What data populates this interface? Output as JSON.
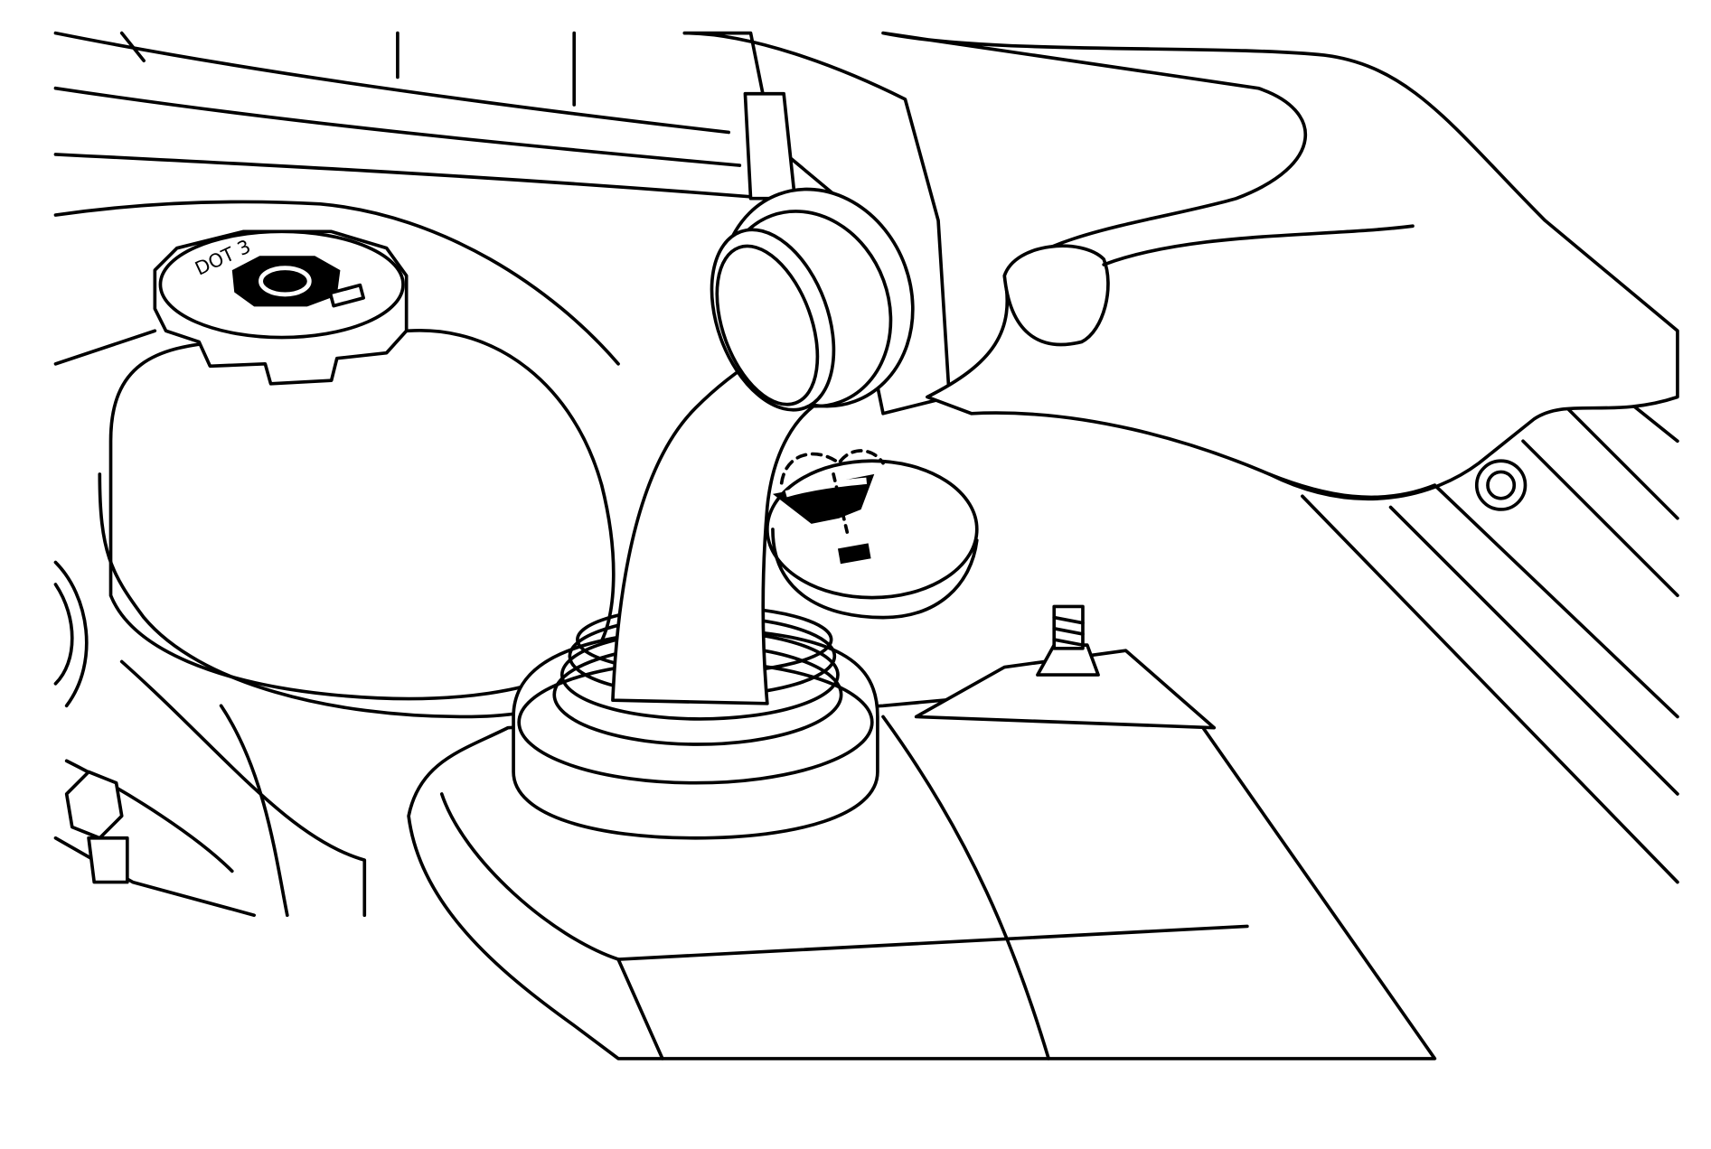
{
  "illustration": {
    "cap_label": "DOT 3",
    "colors": {
      "line": "#000000",
      "background": "#ffffff"
    },
    "icons": [
      "washer-fluid-symbol",
      "brake-fluid-symbol"
    ]
  }
}
